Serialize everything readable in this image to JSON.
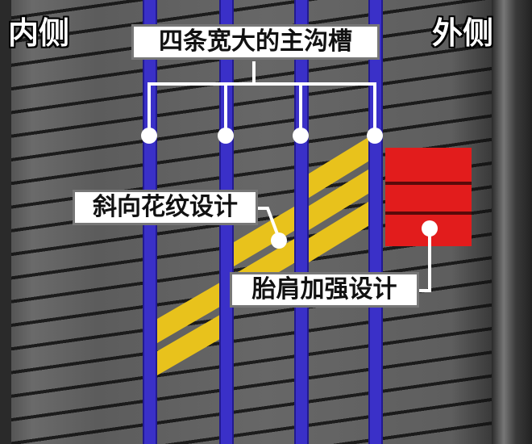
{
  "labels": {
    "inner": "内侧",
    "outer": "外侧",
    "main_grooves": "四条宽大的主沟槽",
    "diagonal_pattern": "斜向花纹设计",
    "shoulder_reinforcement": "胎肩加强设计"
  },
  "colors": {
    "groove_highlight": "#3a30c8",
    "pattern_highlight": "#e8c21c",
    "shoulder_highlight": "#e21c1c"
  }
}
